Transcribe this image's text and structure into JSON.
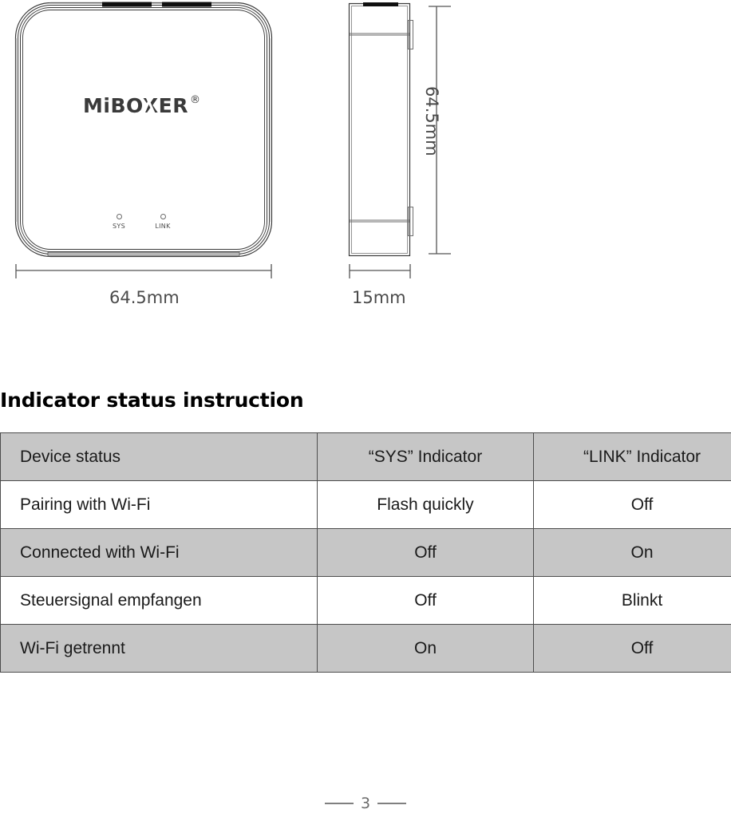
{
  "product_drawing": {
    "front_view": {
      "brand_logo": "MiBOXER",
      "trademark_symbol": "®",
      "indicators": [
        {
          "id": "sys",
          "label": "SYS"
        },
        {
          "id": "link",
          "label": "LINK"
        }
      ],
      "width_dimension": "64.5mm"
    },
    "side_view": {
      "height_dimension": "64.5mm",
      "width_dimension": "15mm"
    }
  },
  "section": {
    "heading": "Indicator status instruction"
  },
  "table": {
    "headers": [
      "Device status",
      "“SYS” Indicator",
      "“LINK” Indicator"
    ],
    "rows": [
      {
        "device_status": "Pairing with Wi-Fi",
        "sys": "Flash quickly",
        "link": "Off"
      },
      {
        "device_status": "Connected with Wi-Fi",
        "sys": "Off",
        "link": "On"
      },
      {
        "device_status": "Steuersignal empfangen",
        "sys": "Off",
        "link": "Blinkt"
      },
      {
        "device_status": "Wi-Fi getrennt",
        "sys": "On",
        "link": "Off"
      }
    ]
  },
  "footer": {
    "page_number": "3"
  },
  "colors": {
    "table_shaded_row": "#c6c6c6",
    "table_border": "#4d4d4d",
    "drawing_line": "#3a3a3a",
    "text": "#1a1a1a"
  }
}
